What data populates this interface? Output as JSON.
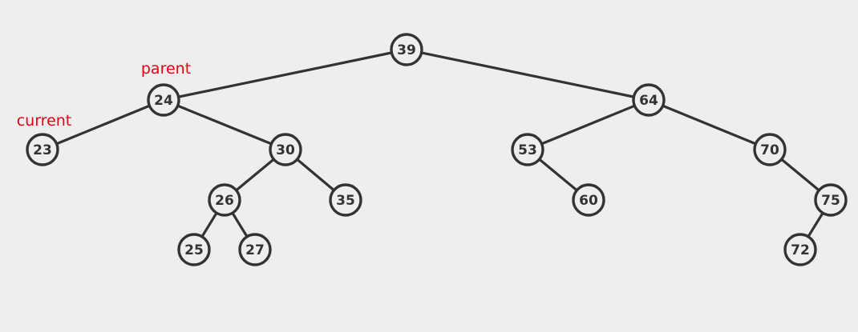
{
  "colors": {
    "background": "#eeeeee",
    "stroke": "#333333",
    "label": "#e60012"
  },
  "tree": {
    "nodes": [
      {
        "id": "n39",
        "label": "39"
      },
      {
        "id": "n24",
        "label": "24"
      },
      {
        "id": "n64",
        "label": "64"
      },
      {
        "id": "n23",
        "label": "23"
      },
      {
        "id": "n30",
        "label": "30"
      },
      {
        "id": "n53",
        "label": "53"
      },
      {
        "id": "n70",
        "label": "70"
      },
      {
        "id": "n26",
        "label": "26"
      },
      {
        "id": "n35",
        "label": "35"
      },
      {
        "id": "n60",
        "label": "60"
      },
      {
        "id": "n75",
        "label": "75"
      },
      {
        "id": "n25",
        "label": "25"
      },
      {
        "id": "n27",
        "label": "27"
      },
      {
        "id": "n72",
        "label": "72"
      }
    ],
    "edges": [
      [
        "n39",
        "n24"
      ],
      [
        "n39",
        "n64"
      ],
      [
        "n24",
        "n23"
      ],
      [
        "n24",
        "n30"
      ],
      [
        "n30",
        "n26"
      ],
      [
        "n30",
        "n35"
      ],
      [
        "n26",
        "n25"
      ],
      [
        "n26",
        "n27"
      ],
      [
        "n64",
        "n53"
      ],
      [
        "n64",
        "n70"
      ],
      [
        "n53",
        "n60"
      ],
      [
        "n70",
        "n75"
      ],
      [
        "n75",
        "n72"
      ]
    ]
  },
  "pointers": [
    {
      "label": "parent",
      "target": "n24"
    },
    {
      "label": "current",
      "target": "n23"
    }
  ]
}
